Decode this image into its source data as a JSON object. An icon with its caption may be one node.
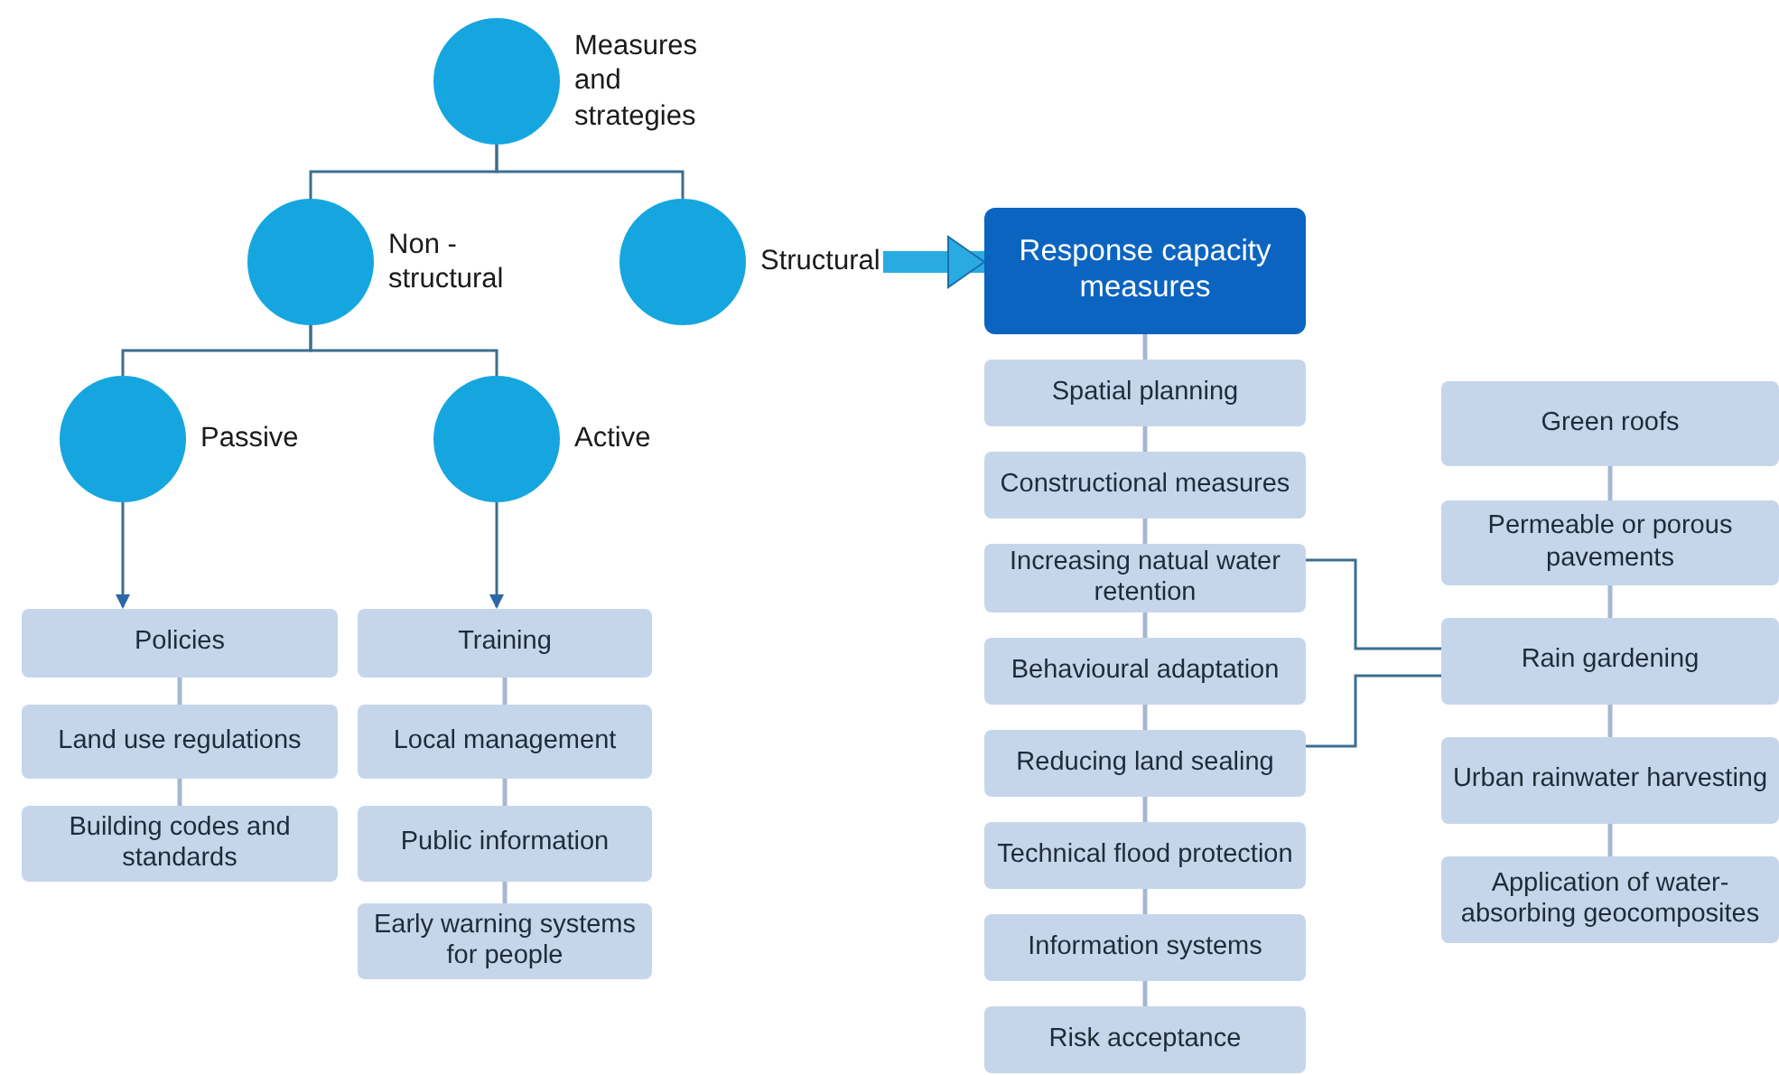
{
  "diagram": {
    "nodes": [
      {
        "text": [
          "Measures and strategies"
        ]
      },
      {
        "text": [
          "Non - structural"
        ]
      },
      {
        "text": [
          "Structural"
        ]
      },
      {
        "text": [
          "Passive"
        ]
      },
      {
        "text": [
          "Active"
        ]
      },
      {
        "text": [
          "Policies"
        ]
      },
      {
        "text": [
          "Land use regulations"
        ]
      },
      {
        "text": [
          "Building codes and standards"
        ]
      },
      {
        "text": [
          "Training"
        ]
      },
      {
        "text": [
          "Local management"
        ]
      },
      {
        "text": [
          "Public information"
        ]
      },
      {
        "text": [
          "Early warning systems for people"
        ]
      },
      {
        "text": [
          "Response capacity measures"
        ]
      },
      {
        "text": [
          "Spatial planning"
        ]
      },
      {
        "text": [
          "Constructional measures"
        ]
      },
      {
        "text": [
          "Increasing natual water retention"
        ]
      },
      {
        "text": [
          "Behavioural adaptation"
        ]
      },
      {
        "text": [
          "Reducing land sealing"
        ]
      },
      {
        "text": [
          "Technical flood protection"
        ]
      },
      {
        "text": [
          "Information  systems"
        ]
      },
      {
        "text": [
          "Risk acceptance"
        ]
      },
      {
        "text": [
          "Green roofs"
        ]
      },
      {
        "text": [
          "Permeable or porous pavements"
        ]
      },
      {
        "text": [
          "Rain gardening"
        ]
      },
      {
        "text": [
          "Urban rainwater harvesting"
        ]
      },
      {
        "text": [
          "Application of water-absorbing geocomposites"
        ]
      }
    ],
    "edges": [
      {
        "from": 0,
        "to": 1,
        "arrow": "none",
        "color": "#3c6e91"
      },
      {
        "from": 0,
        "to": 2,
        "arrow": "none",
        "color": "#3c6e91"
      },
      {
        "from": 1,
        "to": 3,
        "arrow": "none",
        "color": "#3c6e91"
      },
      {
        "from": 1,
        "to": 4,
        "arrow": "none",
        "color": "#3c6e91"
      },
      {
        "from": 3,
        "to": 5,
        "arrow": "to",
        "color": "#3c6e91"
      },
      {
        "from": 4,
        "to": 8,
        "arrow": "to",
        "color": "#3c6e91"
      },
      {
        "from": 2,
        "to": 12,
        "arrow": "to",
        "style": "thick",
        "color": "#29abe2"
      },
      {
        "from": 5,
        "to": 6,
        "arrow": "none"
      },
      {
        "from": 6,
        "to": 7,
        "arrow": "none"
      },
      {
        "from": 8,
        "to": 9,
        "arrow": "none"
      },
      {
        "from": 9,
        "to": 10,
        "arrow": "none"
      },
      {
        "from": 10,
        "to": 11,
        "arrow": "none"
      },
      {
        "from": 12,
        "to": 13,
        "arrow": "none"
      },
      {
        "from": 13,
        "to": 14,
        "arrow": "none"
      },
      {
        "from": 14,
        "to": 15,
        "arrow": "none"
      },
      {
        "from": 15,
        "to": 16,
        "arrow": "none"
      },
      {
        "from": 16,
        "to": 17,
        "arrow": "none"
      },
      {
        "from": 17,
        "to": 18,
        "arrow": "none"
      },
      {
        "from": 18,
        "to": 19,
        "arrow": "none"
      },
      {
        "from": 19,
        "to": 20,
        "arrow": "none"
      },
      {
        "from": 21,
        "to": 22,
        "arrow": "none"
      },
      {
        "from": 22,
        "to": 23,
        "arrow": "none"
      },
      {
        "from": 23,
        "to": 24,
        "arrow": "none"
      },
      {
        "from": 24,
        "to": 25,
        "arrow": "none"
      },
      {
        "from": 15,
        "to": 23,
        "arrow": "none",
        "color": "#3c6e91"
      },
      {
        "from": 17,
        "to": 23,
        "arrow": "none",
        "color": "#3c6e91"
      }
    ]
  }
}
